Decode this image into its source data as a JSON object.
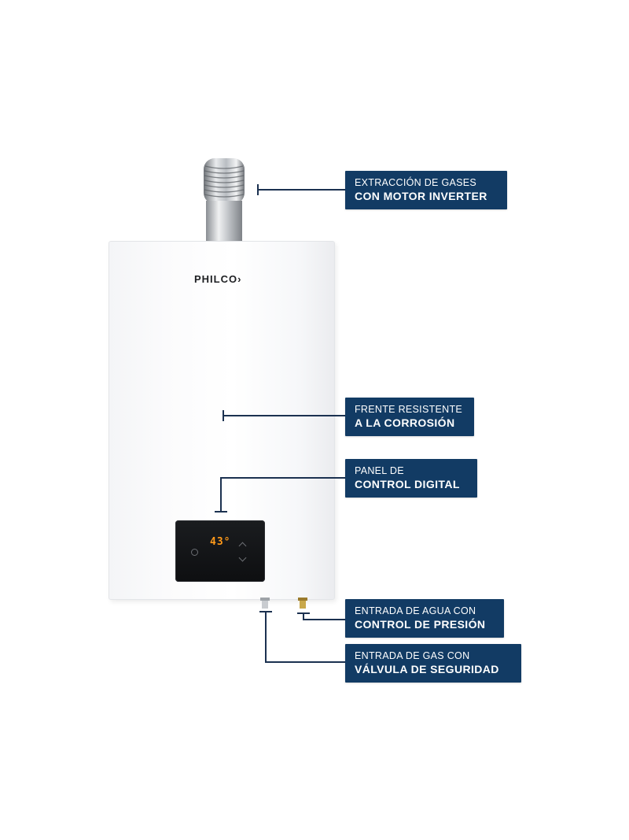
{
  "product": {
    "brand": "PHILCO",
    "display_value": "43°"
  },
  "callouts": {
    "flue": {
      "line1": "EXTRACCIÓN DE GASES",
      "line2": "CON MOTOR INVERTER"
    },
    "front": {
      "line1": "FRENTE RESISTENTE",
      "line2": "A LA CORROSIÓN"
    },
    "panel": {
      "line1": "PANEL DE",
      "line2": "CONTROL DIGITAL"
    },
    "water": {
      "line1": "ENTRADA DE AGUA CON",
      "line2": "CONTROL DE PRESIÓN"
    },
    "gas": {
      "line1": "ENTRADA DE GAS CON",
      "line2": "VÁLVULA DE SEGURIDAD"
    }
  },
  "colors": {
    "label_background": "#123b64",
    "leader_line": "#1b3150",
    "display_digits": "#ff9a1a",
    "heater_body": "#ffffff"
  },
  "icons": {
    "power": "power-button-icon",
    "up": "chevron-up-icon",
    "down": "chevron-down-icon",
    "brand_mark": "philco-chevron-icon"
  }
}
